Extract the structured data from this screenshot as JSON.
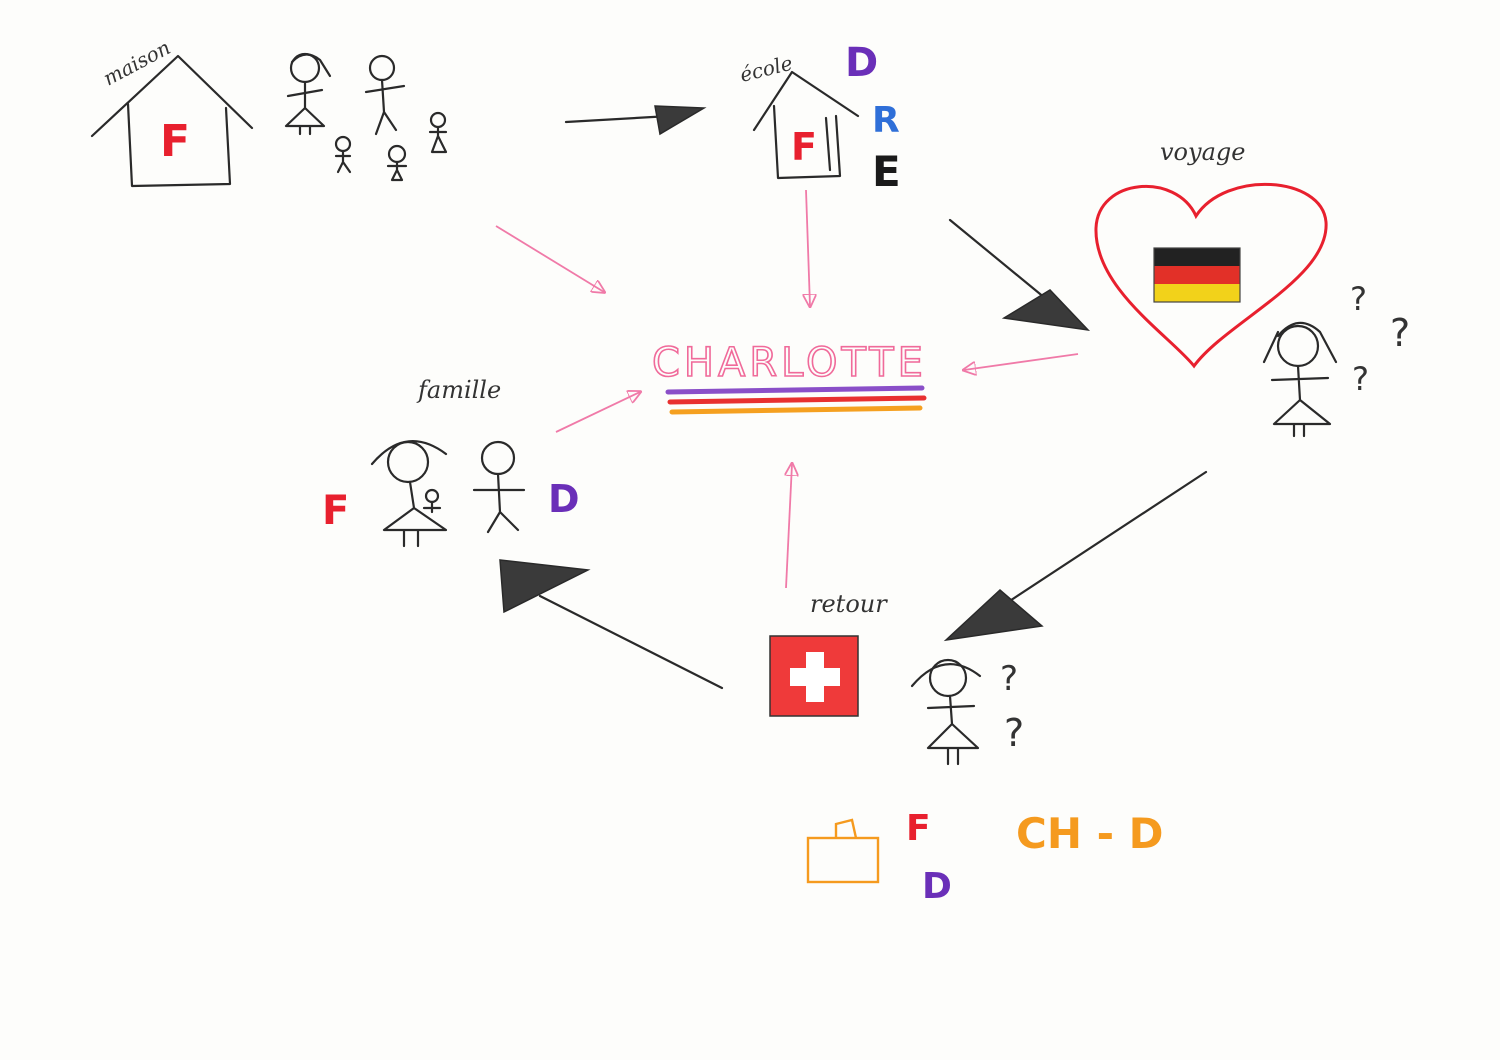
{
  "center_label": "CHARLOTTE",
  "labels": {
    "maison": "maison",
    "ecole": "école",
    "voyage": "voyage",
    "famille": "famille",
    "retour": "retour"
  },
  "letters": {
    "maison_house": "F",
    "ecole_house": "F",
    "ecole_d": "D",
    "ecole_r": "R",
    "ecole_e": "E",
    "famille_f": "F",
    "famille_d": "D",
    "bottom_f": "F",
    "bottom_d": "D",
    "bottom_chd": "CH - D"
  },
  "question_marks": {
    "voyage_1": "?",
    "voyage_2": "?",
    "voyage_3": "?",
    "retour_1": "?",
    "retour_2": "?"
  },
  "colors": {
    "pencil": "#2a2a2a",
    "pink_arrow": "#f07aa8",
    "charlotte_text": "#f06a9a",
    "red": "#e8202e",
    "purple": "#6a2fb8",
    "blue": "#2f6fd8",
    "orange": "#f59a1e",
    "heart": "#e8202e",
    "swiss_red": "#ef3a3a",
    "german_black": "#222222",
    "german_red": "#e23028",
    "german_gold": "#f2d21a",
    "underline_purple": "#8a4fc8",
    "underline_red": "#e83030",
    "underline_orange": "#f5a020"
  },
  "icons": [
    "house-icon",
    "school-icon",
    "heart-icon",
    "german-flag-icon",
    "swiss-flag-icon",
    "bag-icon",
    "stick-figure-icon"
  ]
}
